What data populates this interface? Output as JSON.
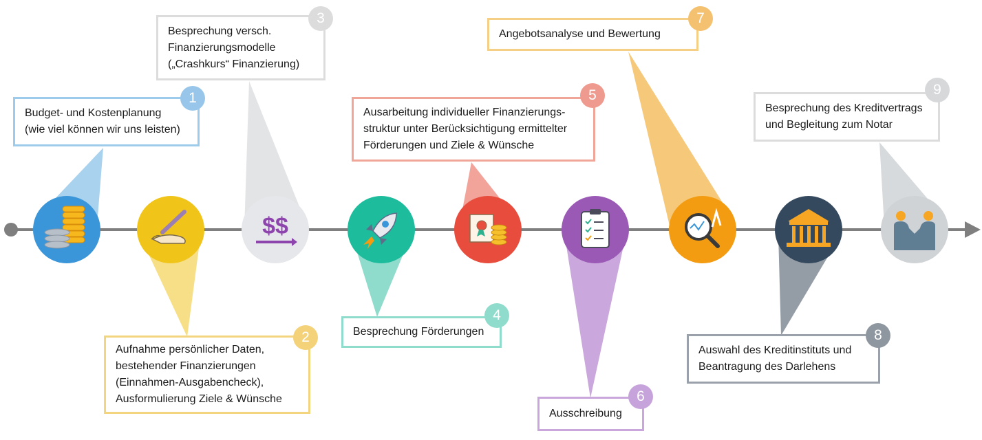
{
  "steps": [
    {
      "number": "1",
      "text": "Budget- und Kostenplanung\n(wie viel können wir uns leisten)",
      "color": "#3a96d8",
      "light": "#a9d2ee",
      "border": "#9ccbec",
      "badge": "#97c6ea",
      "icon": "coins-icon"
    },
    {
      "number": "2",
      "text": "Aufnahme persönlicher Daten,\nbestehender Finanzierungen\n(Einnahmen-Ausgabencheck),\nAusformulierung Ziele & Wünsche",
      "color": "#f0c419",
      "light": "#f6df86",
      "border": "#f2d57e",
      "badge": "#f4d27a",
      "icon": "signing-hand-icon"
    },
    {
      "number": "3",
      "text": "Besprechung versch.\nFinanzierungsmodelle\n(„Crashkurs“ Finanzierung)",
      "color": "#e6e7ea",
      "light": "#e3e4e6",
      "border": "#dcdcdc",
      "badge": "#dcdcdc",
      "icon": "dollar-transfer-icon"
    },
    {
      "number": "4",
      "text": "Besprechung Förderungen",
      "color": "#1cbc9c",
      "light": "#8fdccc",
      "border": "#8fdccc",
      "badge": "#8fdccc",
      "icon": "rocket-icon"
    },
    {
      "number": "5",
      "text": "Ausarbeitung individueller Finanzierungs-\nstruktur unter Berücksichtigung ermittelter\nFörderungen und Ziele & Wünsche",
      "color": "#e84c3d",
      "light": "#f2a49b",
      "border": "#efa597",
      "badge": "#ef9a8e",
      "icon": "certificate-coins-icon"
    },
    {
      "number": "6",
      "text": "Ausschreibung",
      "color": "#9b59b6",
      "light": "#caa7dc",
      "border": "#c9a7dc",
      "badge": "#c6a3da",
      "icon": "checklist-icon"
    },
    {
      "number": "7",
      "text": "Angebotsanalyse und Bewertung",
      "color": "#f39c12",
      "light": "#f6c97a",
      "border": "#f4cf85",
      "badge": "#f4c170",
      "icon": "magnifier-chart-icon"
    },
    {
      "number": "8",
      "text": "Auswahl des Kreditinstituts und\nBeantragung des Darlehens",
      "color": "#34495e",
      "light": "#949da6",
      "border": "#9aa1aa",
      "badge": "#8e969f",
      "icon": "bank-icon"
    },
    {
      "number": "9",
      "text": "Besprechung des Kreditvertrags\nund Begleitung zum Notar",
      "color": "#d0d3d6",
      "light": "#d7dadc",
      "border": "#dcdcdc",
      "badge": "#d6d8da",
      "icon": "handshake-icon"
    }
  ],
  "timeline_color": "#7f7f7f"
}
